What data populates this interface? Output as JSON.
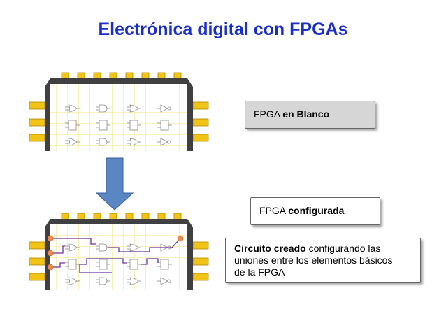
{
  "title": "Electrónica digital con FPGAs",
  "callouts": {
    "blank": {
      "prefix": "FPGA ",
      "bold": "en Blanco"
    },
    "configured": {
      "prefix": "FPGA ",
      "bold": "configurada"
    },
    "description": {
      "bold": "Circuito creado",
      "line1_rest": " configurando las",
      "line2": "uniones entre los elementos básicos",
      "line3": "de la FPGA"
    }
  },
  "colors": {
    "title": "#1a2ecc",
    "pins": "#f2c418",
    "chip_border": "#333333",
    "grid": "#f5e07a",
    "arrow": "#5b86c4",
    "wire": "#7030a0",
    "io_dot": "#f08a50"
  }
}
